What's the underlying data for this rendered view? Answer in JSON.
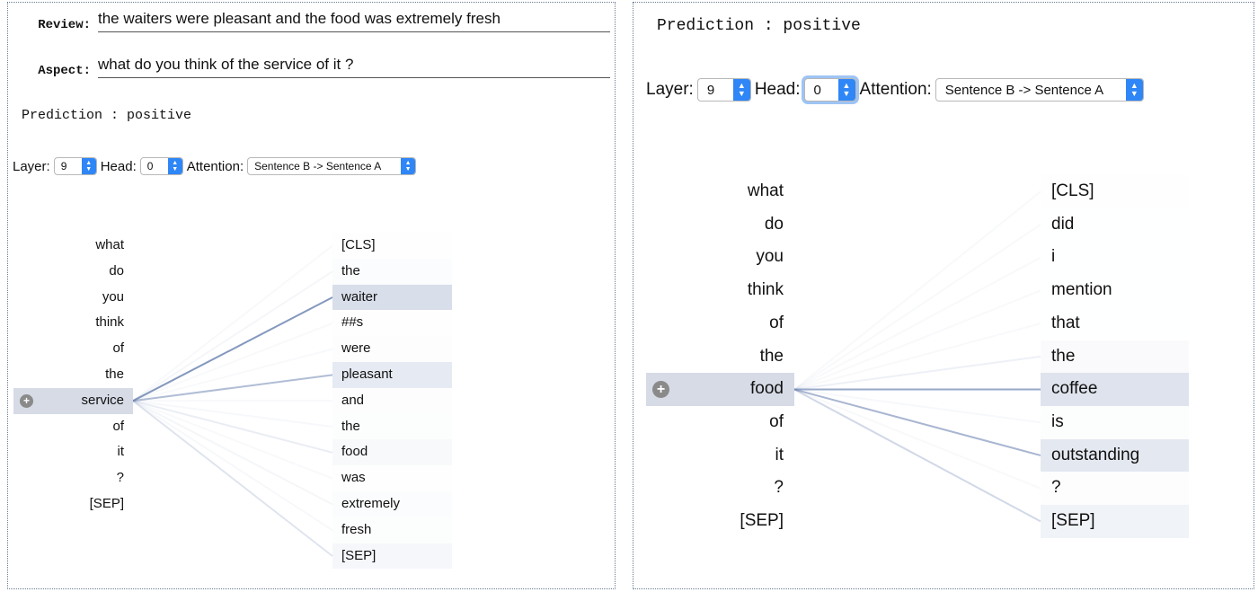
{
  "left_panel": {
    "review": {
      "label": "Review:",
      "value": "the waiters were pleasant and the food was extremely fresh"
    },
    "aspect": {
      "label": "Aspect:",
      "value": "what do you think of the service of it ?"
    },
    "prediction": "Prediction : positive",
    "controls": {
      "layer_label": "Layer:",
      "layer_value": "9",
      "head_label": "Head:",
      "head_value": "0",
      "attention_label": "Attention:",
      "attention_value": "Sentence B -> Sentence A"
    },
    "tokens_a": [
      "what",
      "do",
      "you",
      "think",
      "of",
      "the",
      "service",
      "of",
      "it",
      "?",
      "[SEP]"
    ],
    "tokens_b": [
      "[CLS]",
      "the",
      "waiter",
      "##s",
      "were",
      "pleasant",
      "and",
      "the",
      "food",
      "was",
      "extremely",
      "fresh",
      "[SEP]"
    ],
    "selected_index": 6,
    "attention": [
      0.02,
      0.08,
      0.85,
      0.02,
      0.05,
      0.55,
      0.04,
      0.06,
      0.15,
      0.03,
      0.08,
      0.06,
      0.22
    ]
  },
  "right_panel": {
    "prediction": "Prediction : positive",
    "controls": {
      "layer_label": "Layer:",
      "layer_value": "9",
      "head_label": "Head:",
      "head_value": "0",
      "attention_label": "Attention:",
      "attention_value": "Sentence B -> Sentence A"
    },
    "tokens_a": [
      "what",
      "do",
      "you",
      "think",
      "of",
      "the",
      "food",
      "of",
      "it",
      "?",
      "[SEP]"
    ],
    "tokens_b": [
      "[CLS]",
      "did",
      "i",
      "mention",
      "that",
      "the",
      "coffee",
      "is",
      "outstanding",
      "?",
      "[SEP]"
    ],
    "selected_index": 6,
    "attention": [
      0.02,
      0.01,
      0.01,
      0.01,
      0.01,
      0.12,
      0.72,
      0.06,
      0.6,
      0.04,
      0.32
    ]
  },
  "colors": {
    "accent": "#2f86f6",
    "highlight": "#d6dbe6",
    "attention_line": "#6f86b3"
  }
}
